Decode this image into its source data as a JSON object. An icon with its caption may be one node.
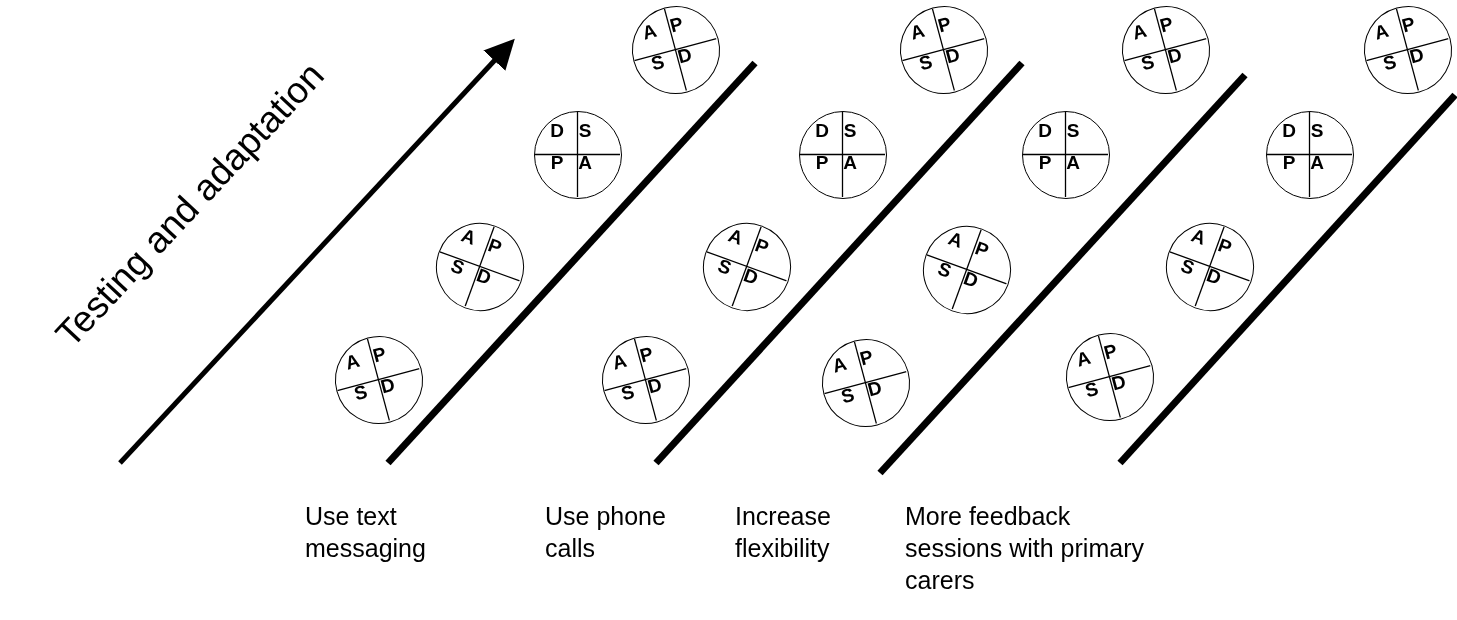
{
  "diagram": {
    "nodes": [
      {
        "text": [
          "A",
          "P",
          "S",
          "D"
        ]
      },
      {
        "text": [
          "A",
          "P",
          "S",
          "D"
        ]
      },
      {
        "text": [
          "D",
          "S",
          "P",
          "A"
        ]
      },
      {
        "text": [
          "A",
          "P",
          "S",
          "D"
        ]
      },
      {
        "text": [
          "A",
          "P",
          "S",
          "D"
        ]
      },
      {
        "text": [
          "A",
          "P",
          "S",
          "D"
        ]
      },
      {
        "text": [
          "D",
          "S",
          "P",
          "A"
        ]
      },
      {
        "text": [
          "A",
          "P",
          "S",
          "D"
        ]
      },
      {
        "text": [
          "A",
          "P",
          "S",
          "D"
        ]
      },
      {
        "text": [
          "A",
          "P",
          "S",
          "D"
        ]
      },
      {
        "text": [
          "D",
          "S",
          "P",
          "A"
        ]
      },
      {
        "text": [
          "A",
          "P",
          "S",
          "D"
        ]
      },
      {
        "text": [
          "A",
          "P",
          "S",
          "D"
        ]
      },
      {
        "text": [
          "A",
          "P",
          "S",
          "D"
        ]
      },
      {
        "text": [
          "D",
          "S",
          "P",
          "A"
        ]
      },
      {
        "text": [
          "A",
          "P",
          "S",
          "D"
        ]
      }
    ],
    "labels": [
      "Testing and adaptation",
      "Use text messaging",
      "Use phone calls",
      "Increase flexibility",
      "More feedback sessions with primary carers"
    ]
  }
}
